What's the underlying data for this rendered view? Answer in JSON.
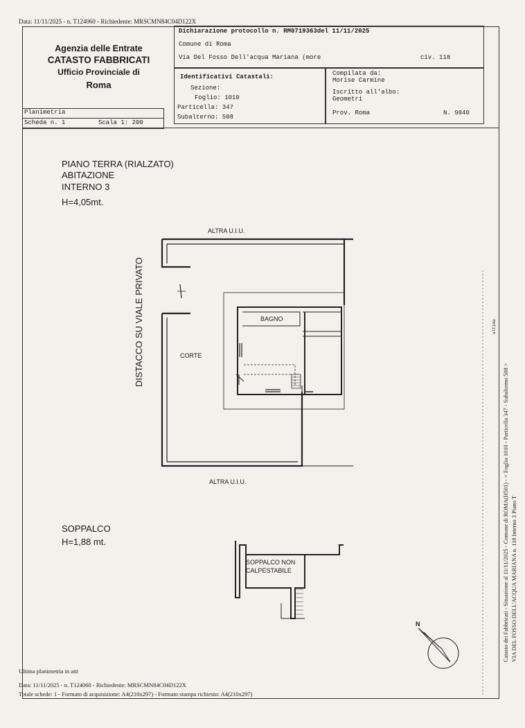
{
  "header": {
    "top_line": "Data: 11/11/2025 - n. T124060 - Richiedente: MRSCMN84C04D122X",
    "agency_line1": "Agenzia delle Entrate",
    "agency_line2": "CATASTO FABBRICATI",
    "agency_line3": "Ufficio Provinciale di",
    "agency_line4": "Roma",
    "declaration": "Dichiarazione protocollo n. RM0719363del  11/11/2025",
    "comune": "Comune di Roma",
    "address": "Via Del Fosso Dell'acqua Mariana (more",
    "civ": "civ. 118",
    "ident_title": "Identificativi Catastali:",
    "sezione": "Sezione:",
    "foglio": "Foglio: 1010",
    "particella": "Particella: 347",
    "subalterno": "Subalterno: 508",
    "compilata_title": "Compilata da:",
    "compilata_name": "Morise Carmine",
    "iscritto_title": "Iscritto all'albo:",
    "iscritto_value": "Geometri",
    "prov": "Prov. Roma",
    "numero": "N. 9840",
    "planimetria": "Planimetria",
    "scheda": "Scheda n. 1",
    "scala": "Scala 1: 200"
  },
  "plan": {
    "floor": "PIANO TERRA (RIALZATO)",
    "use": "ABITAZIONE",
    "interno": "INTERNO 3",
    "height": "H=4,05mt.",
    "altra_top": "ALTRA U.I.U.",
    "altra_bottom": "ALTRA U.I.U.",
    "distacco": "DISTACCO SU VIALE PRIVATO",
    "bagno": "BAGNO",
    "corte": "CORTE",
    "soppalco_title": "SOPPALCO",
    "soppalco_height": "H=1,88 mt.",
    "soppalco_label1": "SOPPALCO NON",
    "soppalco_label2": "CALPESTABILE",
    "north": "N"
  },
  "side_text": {
    "line1": "Catasto dei Fabbricati - Situazione al 11/11/2025 - Comune di ROMA(H501) - < Foglio 1010 - Particella 347 - Subalterno 508 >",
    "line2": "VIA DEL FOSSO DELL'ACQUA MARIANA n. 118  Interno 3 Piano T",
    "stamp": "ultima"
  },
  "footer": {
    "ultima": "Ultima planimetria in atti",
    "data_line": "Data: 11/11/2025 - n. T124060 - Richiedente: MRSCMN84C04D122X",
    "totale": "Totale schede: 1 - Formato di acquisizione: A4(210x297)  - Formato stampa richiesto: A4(210x297)"
  }
}
